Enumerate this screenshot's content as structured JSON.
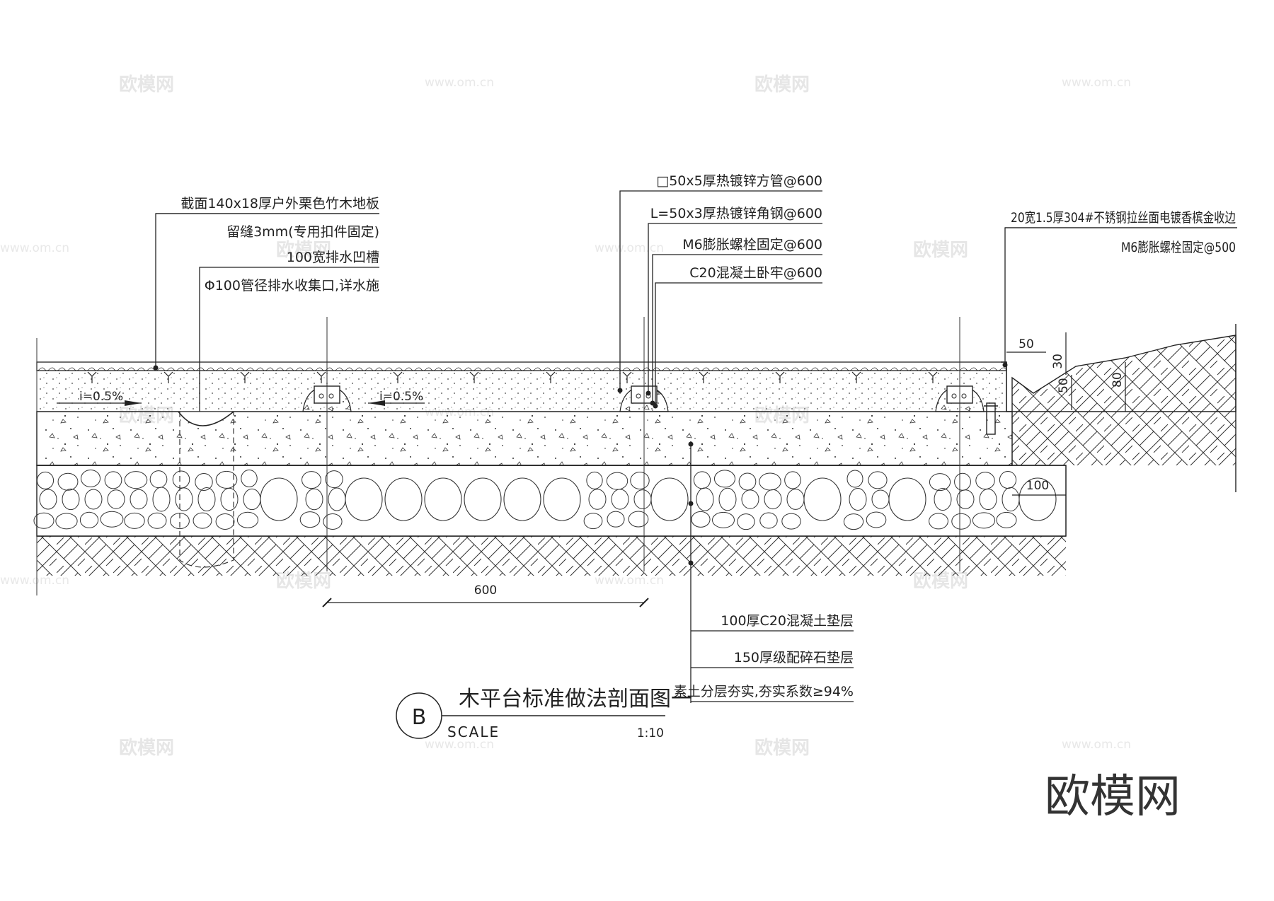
{
  "labels": {
    "deck_board": "截面140x18厚户外栗色竹木地板",
    "gap": "留缝3mm(专用扣件固定)",
    "groove": "100宽排水凹槽",
    "pipe": "Φ100管径排水收集口,详水施",
    "tube": "□50x5厚热镀锌方管@600",
    "angle": "L=50x3厚热镀锌角钢@600",
    "bolt": "M6膨胀螺栓固定@600",
    "pier": "C20混凝土卧牢@600",
    "edge_strip": "20宽1.5厚304#不锈钢拉丝面电镀香槟金收边",
    "edge_bolt": "M6膨胀螺栓固定@500",
    "concrete": "100厚C20混凝土垫层",
    "gravel": "150厚级配碎石垫层",
    "soil": "素土分层夯实,夯实系数≥94%"
  },
  "slopes": {
    "left": "i=0.5%",
    "middle": "i=0.5%"
  },
  "dimensions": {
    "spacing": "600",
    "d50": "50",
    "d30": "30",
    "d50b": "50",
    "d80": "80",
    "d100": "100"
  },
  "title_block": {
    "marker": "B",
    "title": "木平台标准做法剖面图一",
    "scale_label": "SCALE",
    "scale_value": "1:10"
  },
  "watermarks": {
    "logo_text": "欧模网",
    "url": "www.om.cn"
  },
  "brand": "欧模网"
}
